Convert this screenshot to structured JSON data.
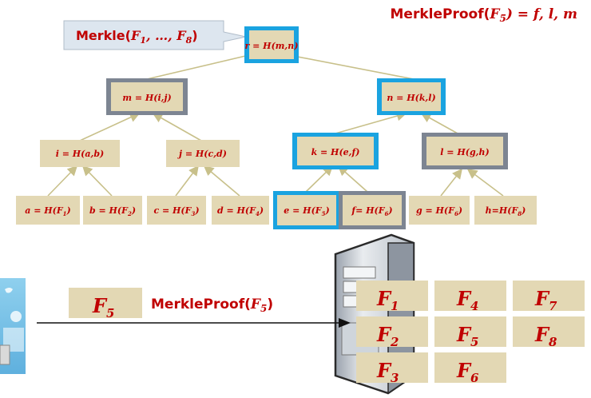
{
  "proof_title": {
    "prefix": "MerkleProof(",
    "sym": "F",
    "sub": "5",
    "suffix": ") = f, l, m"
  },
  "callout": {
    "prefix": "Merkle(",
    "sym1": "F",
    "sub1": "1",
    "mid": ", …, ",
    "sym2": "F",
    "sub2": "8",
    "suffix": ")"
  },
  "tree": {
    "root": {
      "text": "r = H(m,n)"
    },
    "m": {
      "text": "m = H(i,j)"
    },
    "n": {
      "text": "n = H(k,l)"
    },
    "i": {
      "text": "i = H(a,b)"
    },
    "j": {
      "text": "j = H(c,d)"
    },
    "k": {
      "text": "k = H(e,f)"
    },
    "l": {
      "text": "l = H(g,h)"
    },
    "leaves": [
      {
        "pre": "a = H(",
        "sym": "F",
        "sub": "1",
        "post": ")"
      },
      {
        "pre": "b = H(",
        "sym": "F",
        "sub": "2",
        "post": ")"
      },
      {
        "pre": "c = H(",
        "sym": "F",
        "sub": "3",
        "post": ")"
      },
      {
        "pre": "d = H(",
        "sym": "F",
        "sub": "4",
        "post": ")"
      },
      {
        "pre": "e = H(",
        "sym": "F",
        "sub": "5",
        "post": ")"
      },
      {
        "pre": "f= H(",
        "sym": "F",
        "sub": "6",
        "post": ")"
      },
      {
        "pre": "g = H(",
        "sym": "F",
        "sub": "6",
        "post": ")"
      },
      {
        "pre": "h=H(",
        "sym": "F",
        "sub": "8",
        "post": ")"
      }
    ]
  },
  "transfer": {
    "file": {
      "sym": "F",
      "sub": "5"
    },
    "proof": {
      "prefix": "MerkleProof(",
      "sym": "F",
      "sub": "5",
      "suffix": ")"
    }
  },
  "server_files": [
    {
      "sym": "F",
      "sub": "1"
    },
    {
      "sym": "F",
      "sub": "4"
    },
    {
      "sym": "F",
      "sub": "7"
    },
    {
      "sym": "F",
      "sub": "2"
    },
    {
      "sym": "F",
      "sub": "5"
    },
    {
      "sym": "F",
      "sub": "8"
    },
    {
      "sym": "F",
      "sub": "3"
    },
    {
      "sym": "F",
      "sub": "6"
    }
  ],
  "colors": {
    "text": "#c00000",
    "box_fill": "#e3d8b4",
    "blue": "#1aa3e0",
    "gray": "#7d8592",
    "edge": "#c8c08a"
  }
}
